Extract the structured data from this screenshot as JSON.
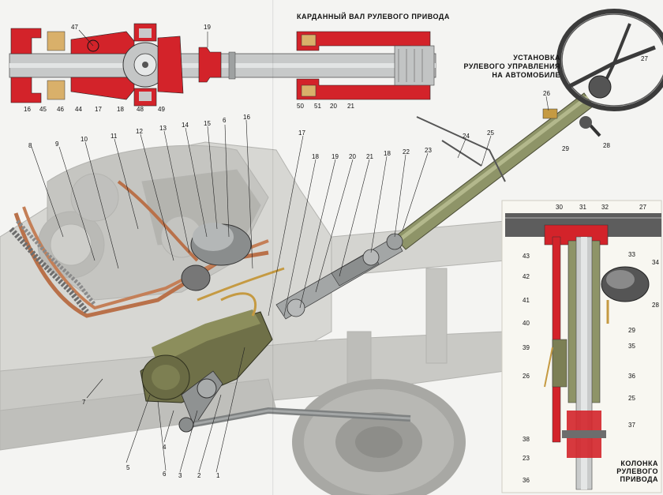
{
  "titles": {
    "shaft": "КАРДАННЫЙ ВАЛ РУЛЕВОГО ПРИВОДА",
    "install": "УСТАНОВКА\nРУЛЕВОГО УПРАВЛЕНИЯ\nНА АВТОМОБИЛЕ",
    "column": "КОЛОНКА\nРУЛЕВОГО\nПРИВОДА"
  },
  "callouts": {
    "shaft": [
      "47",
      "19",
      "16",
      "45",
      "46",
      "44",
      "17",
      "18",
      "48",
      "49",
      "50",
      "51",
      "20",
      "21"
    ],
    "main": [
      "8",
      "9",
      "10",
      "11",
      "12",
      "13",
      "14",
      "15",
      "6",
      "16",
      "17",
      "18",
      "19",
      "20",
      "21",
      "18",
      "22",
      "23",
      "24",
      "25",
      "26",
      "27",
      "28",
      "29",
      "7",
      "6",
      "5",
      "4",
      "3",
      "2",
      "1"
    ],
    "column": [
      "30",
      "31",
      "32",
      "27",
      "43",
      "33",
      "34",
      "42",
      "41",
      "28",
      "40",
      "29",
      "35",
      "39",
      "36",
      "26",
      "25",
      "37",
      "38",
      "23",
      "36"
    ]
  },
  "colors": {
    "cutaway_red": "#d3232a",
    "steel": "#b5b8b8",
    "column_olive": "#8e9468",
    "gearbox_olive": "#6f7048",
    "pipe_copper": "#b9714a",
    "background": "#f4f4f2"
  }
}
